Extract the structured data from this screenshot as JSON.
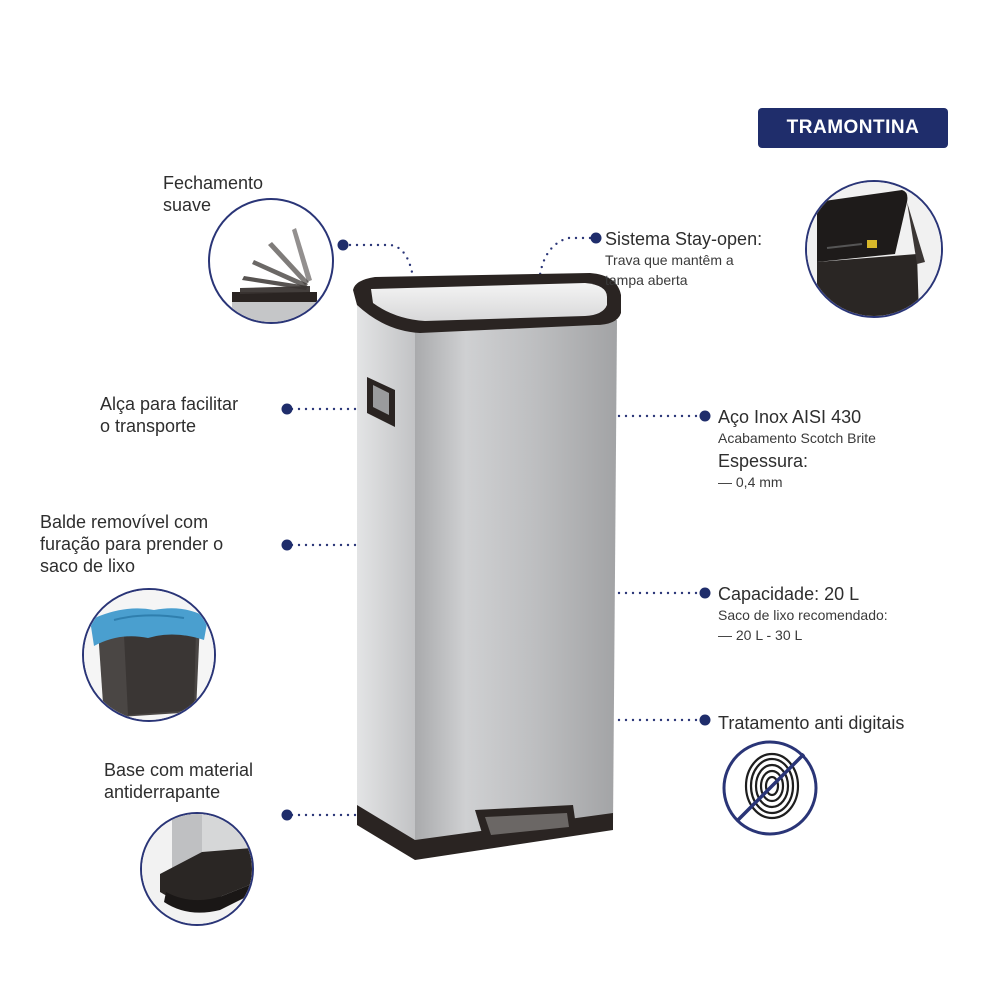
{
  "brand": "TRAMONTINA",
  "features": {
    "soft_close": {
      "line1": "Fechamento",
      "line2": "suave",
      "icon": "soft-close-lid-icon"
    },
    "handle": {
      "line1": "Alça para facilitar",
      "line2": "o transporte"
    },
    "bucket": {
      "line1": "Balde removível com",
      "line2": "furação para prender o",
      "line3": "saco de lixo",
      "icon": "removable-bucket-icon"
    },
    "base": {
      "line1": "Base com material",
      "line2": "antiderrapante",
      "icon": "non-slip-base-icon"
    },
    "stay_open": {
      "title": "Sistema Stay-open:",
      "sub1": "Trava que mantêm a",
      "sub2": "tampa aberta",
      "icon": "stay-open-lid-icon"
    },
    "steel": {
      "title": "Aço Inox AISI 430",
      "sub1": "Acabamento Scotch Brite",
      "thickness_label": "Espessura:",
      "thickness_value": "— 0,4 mm"
    },
    "capacity": {
      "title": "Capacidade: 20 L",
      "sub1": "Saco de lixo recomendado:",
      "sub2": "— 20 L - 30 L"
    },
    "anti_fingerprint": {
      "title": "Tratamento anti digitais",
      "icon": "no-fingerprint-icon"
    }
  },
  "colors": {
    "accent": "#1f2d6b",
    "dot": "#2a3577",
    "steel": "#c9cacc",
    "trim": "#2a2422"
  }
}
